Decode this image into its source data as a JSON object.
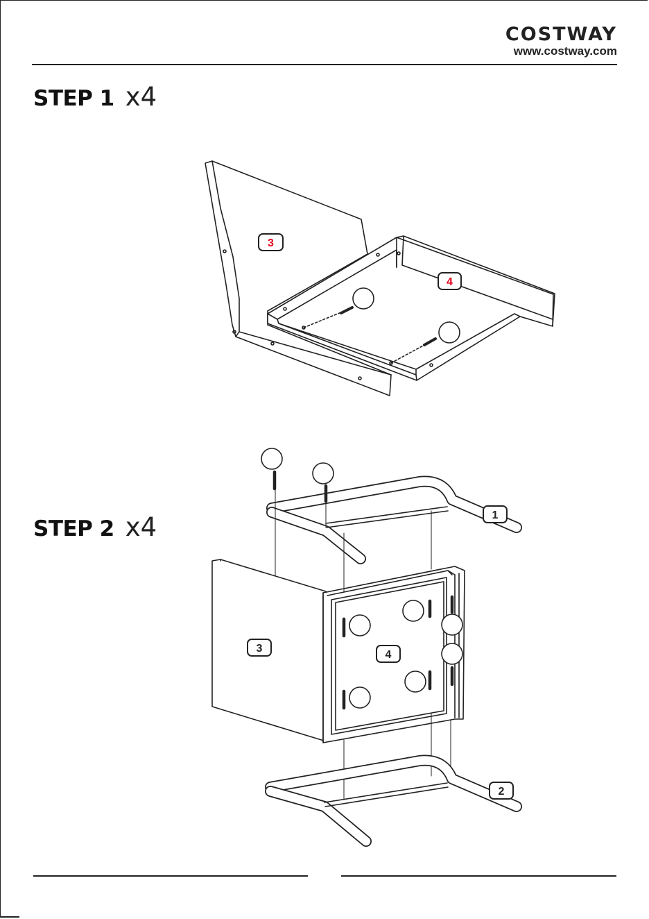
{
  "brand": {
    "name": "COSTWAY",
    "url": "www.costway.com"
  },
  "steps": [
    {
      "label": "STEP 1",
      "quantity": "x4",
      "part_labels": [
        "3",
        "4"
      ]
    },
    {
      "label": "STEP 2",
      "quantity": "x4",
      "part_labels": [
        "1",
        "3",
        "4",
        "2"
      ]
    }
  ],
  "colors": {
    "ink": "#222222",
    "highlight_label": "#e3001b",
    "background": "#ffffff"
  },
  "icons": [
    "screw-icon",
    "callout-circle-icon"
  ]
}
